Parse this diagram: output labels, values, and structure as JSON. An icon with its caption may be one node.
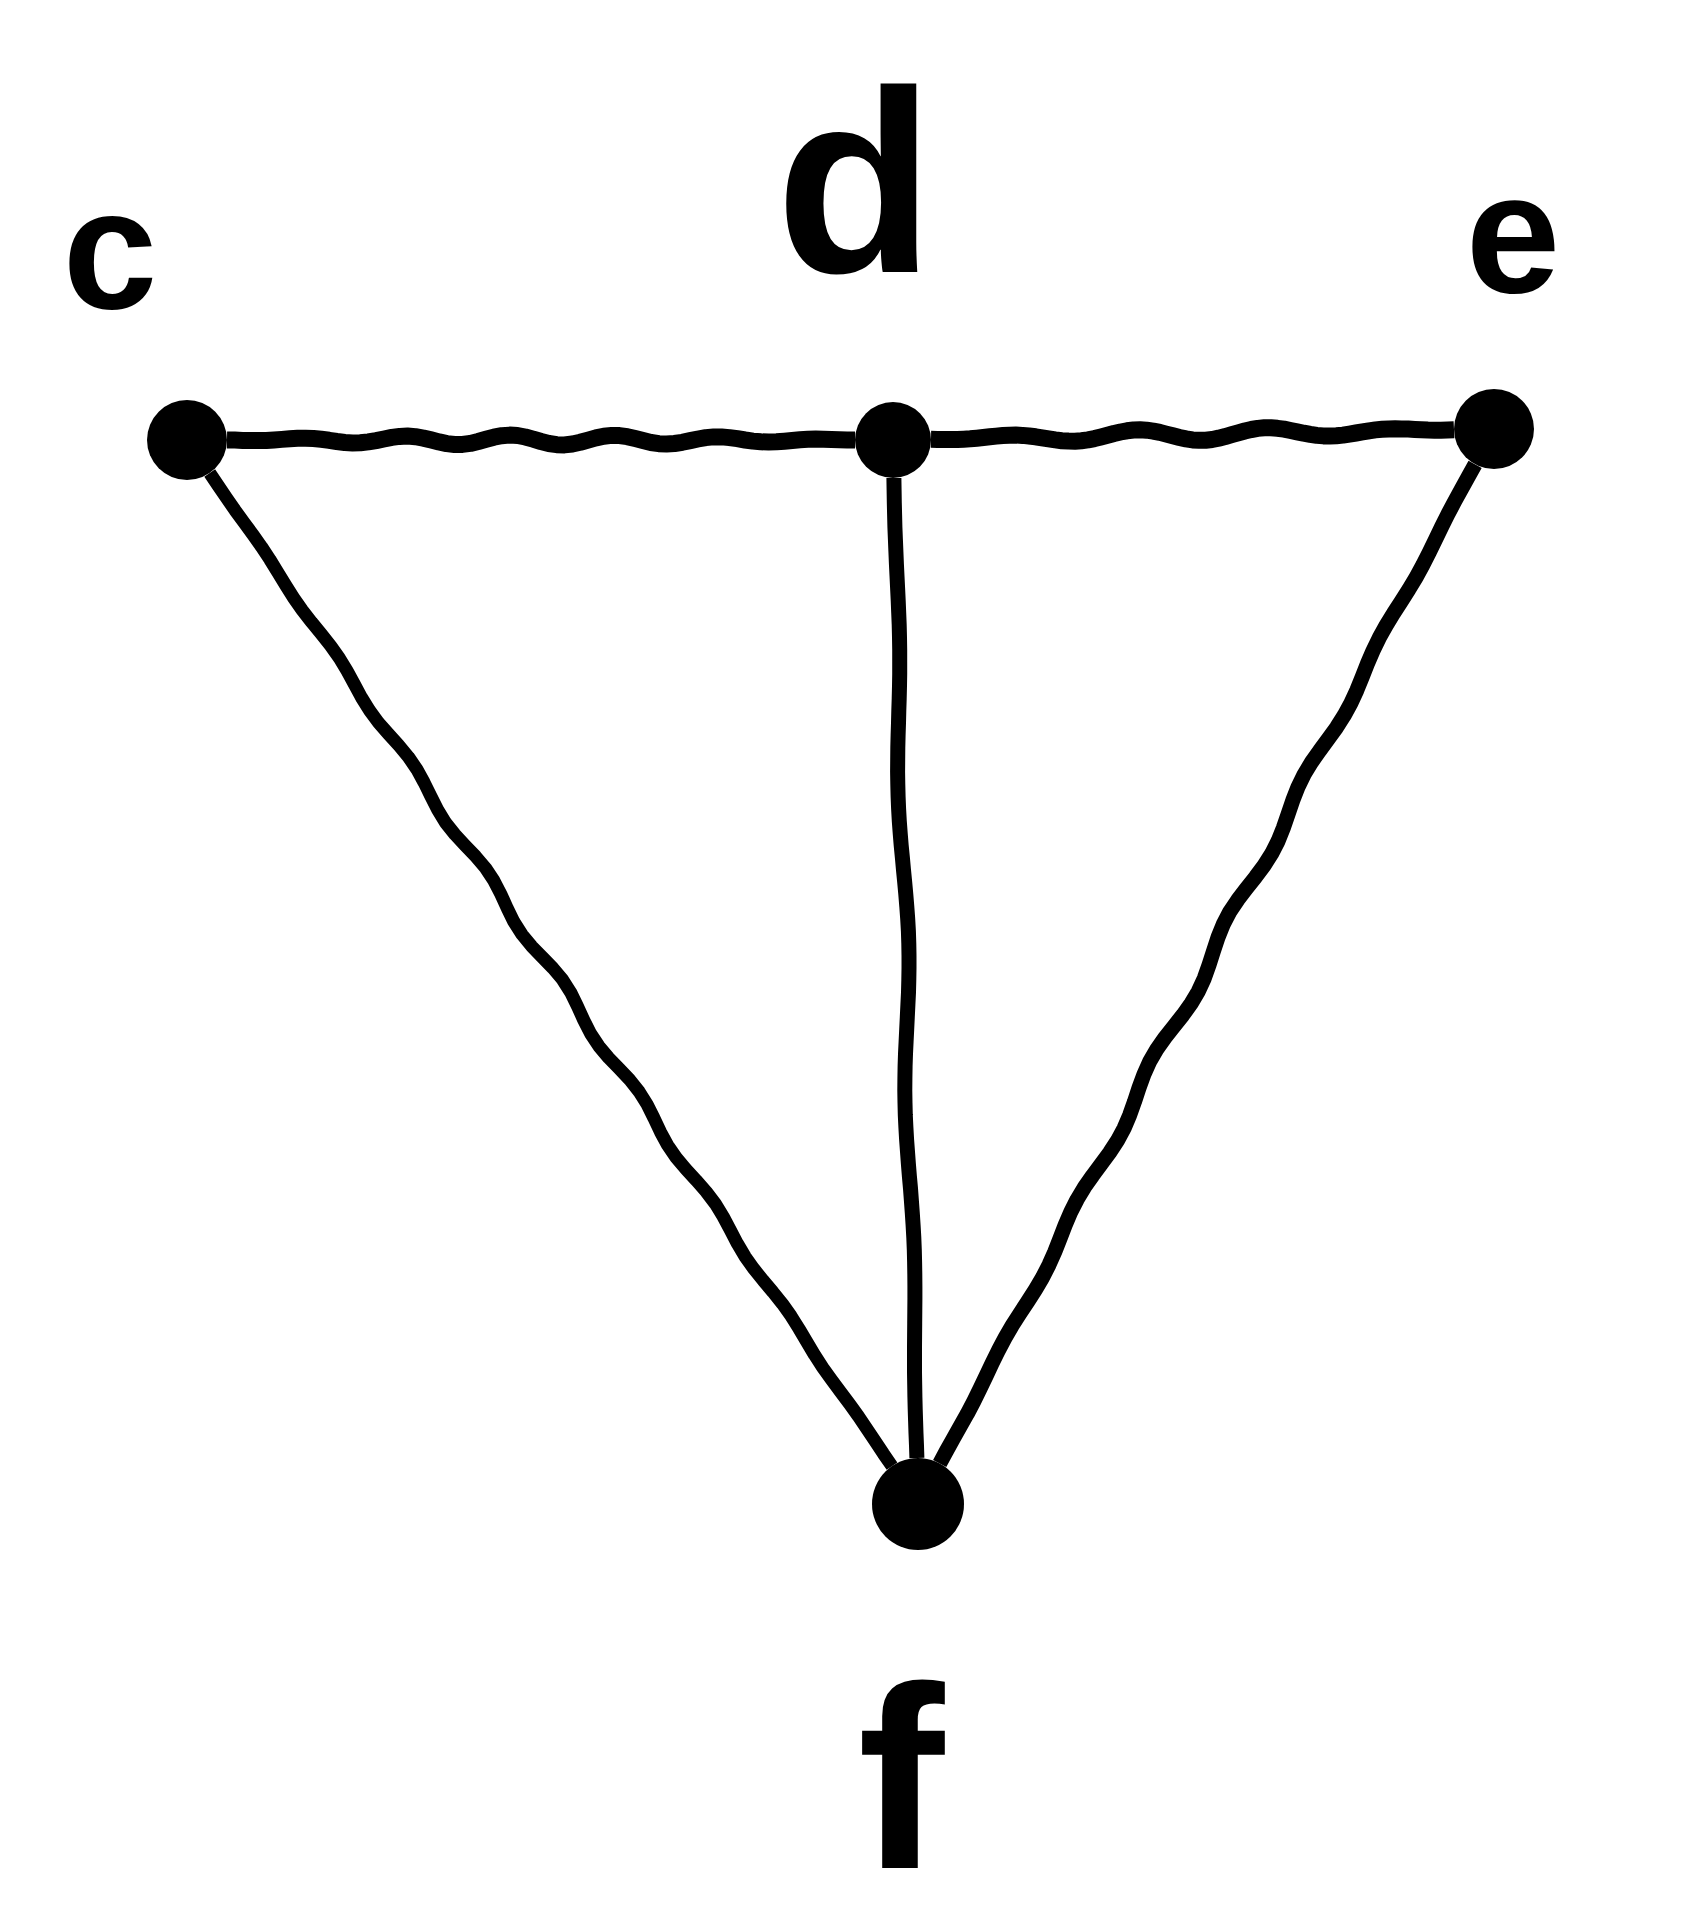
{
  "diagram": {
    "nodes": [
      {
        "text": [],
        "shape": "circle",
        "beside": [
          "c"
        ]
      },
      {
        "text": [],
        "shape": "circle",
        "beside": [
          "d"
        ]
      },
      {
        "text": [],
        "shape": "circle",
        "beside": [
          "e"
        ]
      },
      {
        "text": [],
        "shape": "circle",
        "beside": [
          "f"
        ]
      }
    ],
    "edges": [
      {
        "from": 0,
        "to": 1,
        "arrow": "none"
      },
      {
        "from": 1,
        "to": 2,
        "arrow": "none"
      },
      {
        "from": 0,
        "to": 3,
        "arrow": "none"
      },
      {
        "from": 1,
        "to": 3,
        "arrow": "none"
      },
      {
        "from": 2,
        "to": 3,
        "arrow": "none"
      }
    ]
  }
}
